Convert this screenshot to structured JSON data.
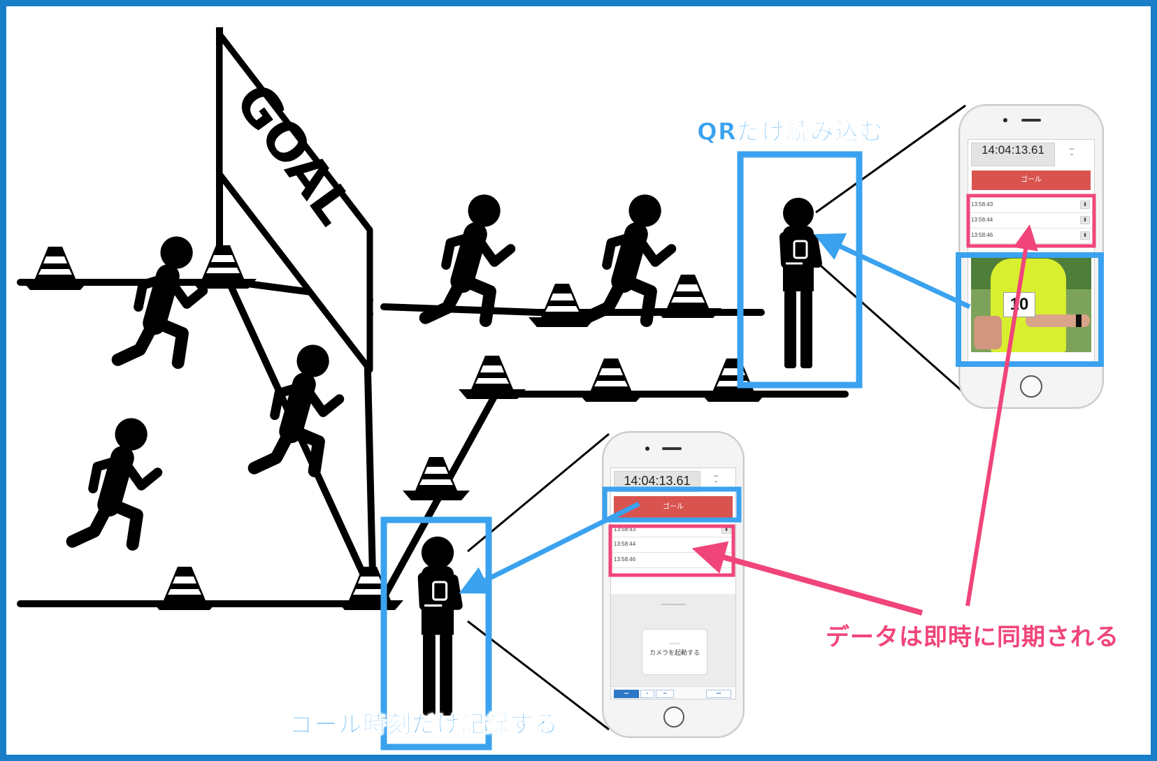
{
  "labels": {
    "qr_scan_only": "QRだけ読み込む",
    "record_goal_time_only": "ゴール時刻だけ記録する",
    "data_synced_instantly": "データは即時に同期される",
    "goal_sign": "GOAL"
  },
  "phone_top": {
    "clock": "14:04:13.61",
    "goal_button": "ゴール",
    "records": [
      "13:58:43",
      "13:58:44",
      "13:58:46"
    ],
    "bib_number": "10"
  },
  "phone_bottom": {
    "clock": "14:04:13.61",
    "goal_button": "ゴール",
    "records": [
      "13:58:43",
      "13:58:44",
      "13:58:46"
    ],
    "camera_button": "カメラを起動する"
  },
  "colors": {
    "frame": "#1a7fc9",
    "highlight_blue": "#3aa2ee",
    "highlight_pink": "#f0457a",
    "goal_button": "#d9534f"
  },
  "icons": {
    "runner": "runner-icon",
    "cone": "traffic-cone-icon",
    "staff": "staff-with-phone-icon",
    "delete": "trash-icon"
  }
}
